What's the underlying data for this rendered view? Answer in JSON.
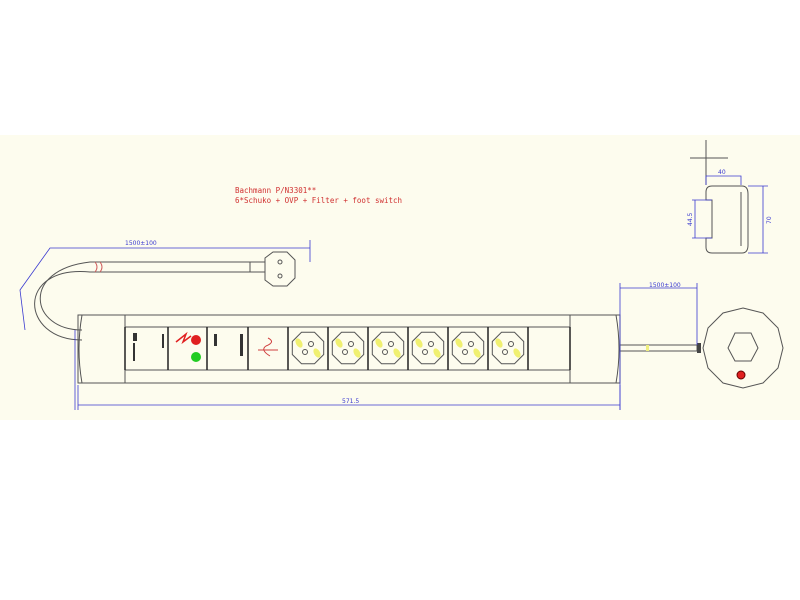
{
  "title": {
    "line1": "Bachmann P/N3301**",
    "line2": "6*Schuko + OVP + Filter + foot switch"
  },
  "dimensions": {
    "cable_length": "1500±100",
    "foot_switch_cable_length": "1500±100",
    "overall_length": "571.5",
    "profile_width": "40",
    "profile_height": "70",
    "profile_inner": "44.5"
  },
  "modules": [
    "label-panel",
    "ovp-indicator",
    "filter-text",
    "filter-symbol",
    "socket",
    "socket",
    "socket",
    "socket",
    "socket",
    "socket",
    "blank"
  ],
  "colors": {
    "led_red": "#e02020",
    "led_green": "#22cc22",
    "dimension": "#3a3ad0",
    "annotation": "#d03030",
    "background": "#fdfcee"
  }
}
